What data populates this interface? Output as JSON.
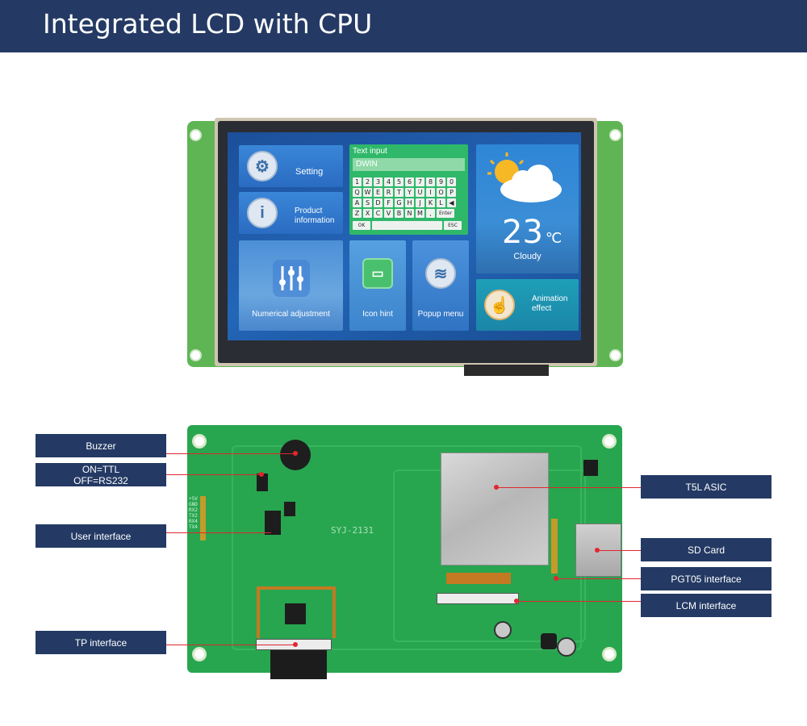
{
  "header": {
    "title": "Integrated LCD with CPU"
  },
  "screen": {
    "tiles": {
      "setting": "Setting",
      "product_line1": "Product",
      "product_line2": "information",
      "numerical": "Numerical adjustment",
      "icon_hint": "Icon hint",
      "popup_menu": "Popup menu",
      "animation_line1": "Animation",
      "animation_line2": "effect"
    },
    "keyboard": {
      "title": "Text input",
      "value": "DWIN",
      "row1": [
        "1",
        "2",
        "3",
        "4",
        "5",
        "6",
        "7",
        "8",
        "9",
        "0"
      ],
      "row2": [
        "Q",
        "W",
        "E",
        "R",
        "T",
        "Y",
        "U",
        "I",
        "O",
        "P"
      ],
      "row3": [
        "A",
        "S",
        "D",
        "F",
        "G",
        "H",
        "J",
        "K",
        "L",
        "◀"
      ],
      "row4": [
        "Z",
        "X",
        "C",
        "V",
        "B",
        "N",
        "M",
        ",",
        "Enter"
      ],
      "ok": "OK",
      "esc": "ESC"
    },
    "weather": {
      "temperature": "23",
      "unit": "℃",
      "condition": "Cloudy"
    }
  },
  "board": {
    "silk": "SYJ-2131"
  },
  "callouts": {
    "buzzer": "Buzzer",
    "ttl_line1": "ON=TTL",
    "ttl_line2": "OFF=RS232",
    "user_interface": "User interface",
    "tp_interface": "TP interface",
    "t5l_asic": "T5L ASIC",
    "sd_card": "SD Card",
    "pgt05": "PGT05 interface",
    "lcm": "LCM interface"
  },
  "colors": {
    "header_bg": "#243a64",
    "callout_bg": "#243a64",
    "leader": "#e0262e",
    "pcb": "#27a64f"
  }
}
